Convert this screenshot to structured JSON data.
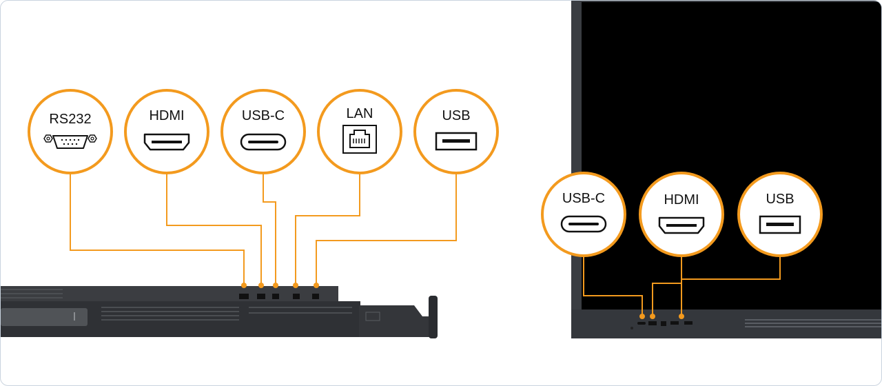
{
  "accent_color": "#f39a1e",
  "left_callouts": [
    {
      "label": "RS232",
      "icon": "rs232-port-icon"
    },
    {
      "label": "HDMI",
      "icon": "hdmi-port-icon"
    },
    {
      "label": "USB-C",
      "icon": "usb-c-port-icon"
    },
    {
      "label": "LAN",
      "icon": "lan-port-icon"
    },
    {
      "label": "USB",
      "icon": "usb-port-icon"
    }
  ],
  "right_callouts": [
    {
      "label": "USB-C",
      "icon": "usb-c-port-icon"
    },
    {
      "label": "HDMI",
      "icon": "hdmi-port-icon"
    },
    {
      "label": "USB",
      "icon": "usb-port-icon"
    }
  ]
}
